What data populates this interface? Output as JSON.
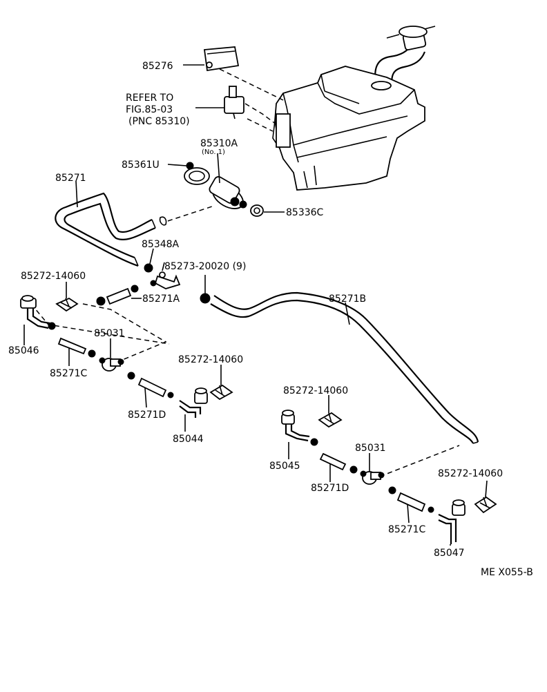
{
  "labels": {
    "p85276": "85276",
    "refer1": "REFER TO",
    "refer2": "FIG.85-03",
    "refer3": "(PNC 85310)",
    "p85310A": "85310A",
    "no1": "(No. 1)",
    "p85361U": "85361U",
    "p85271": "85271",
    "p85336C": "85336C",
    "p85348A": "85348A",
    "p85273": "85273-20020 (9)",
    "p85272_a": "85272-14060",
    "p85271A": "85271A",
    "p85271B": "85271B",
    "p85031_a": "85031",
    "p85046": "85046",
    "p85271C_a": "85271C",
    "p85272_b": "85272-14060",
    "p85271D_a": "85271D",
    "p85044": "85044",
    "p85272_c": "85272-14060",
    "p85031_b": "85031",
    "p85045": "85045",
    "p85271D_b": "85271D",
    "p85272_d": "85272-14060",
    "p85271C_b": "85271C",
    "p85047": "85047",
    "figure_code": "ME X055-B"
  }
}
